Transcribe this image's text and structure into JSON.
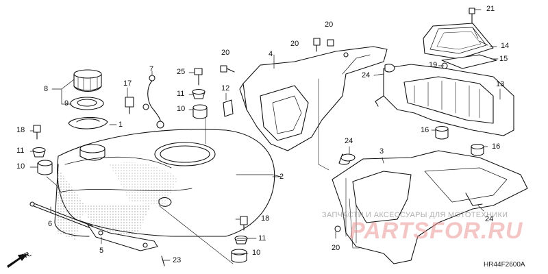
{
  "diagram": {
    "code": "HR44F2600A",
    "direction_label": "FR.",
    "watermark_small": "ЗАПЧАСТИ И АКСЕССУАРЫ ДЛЯ МОТОТЕХНИКИ",
    "watermark_large": "PARTSFOR.RU",
    "callouts": [
      {
        "id": "c21",
        "text": "21"
      },
      {
        "id": "c20a",
        "text": "20"
      },
      {
        "id": "c20b",
        "text": "20"
      },
      {
        "id": "c14",
        "text": "14"
      },
      {
        "id": "c15",
        "text": "15"
      },
      {
        "id": "c20c",
        "text": "20"
      },
      {
        "id": "c4",
        "text": "4"
      },
      {
        "id": "c7",
        "text": "7"
      },
      {
        "id": "c25",
        "text": "25"
      },
      {
        "id": "c19",
        "text": "19"
      },
      {
        "id": "c24a",
        "text": "24"
      },
      {
        "id": "c8",
        "text": "8"
      },
      {
        "id": "c17",
        "text": "17"
      },
      {
        "id": "c11a",
        "text": "11"
      },
      {
        "id": "c12",
        "text": "12"
      },
      {
        "id": "c13",
        "text": "13"
      },
      {
        "id": "c9",
        "text": "9"
      },
      {
        "id": "c10a",
        "text": "10"
      },
      {
        "id": "c1",
        "text": "1"
      },
      {
        "id": "c16a",
        "text": "16"
      },
      {
        "id": "c18a",
        "text": "18"
      },
      {
        "id": "c24b",
        "text": "24"
      },
      {
        "id": "c16b",
        "text": "16"
      },
      {
        "id": "c3",
        "text": "3"
      },
      {
        "id": "c11b",
        "text": "11"
      },
      {
        "id": "c10b",
        "text": "10"
      },
      {
        "id": "c2",
        "text": "2"
      },
      {
        "id": "c6",
        "text": "6"
      },
      {
        "id": "c18b",
        "text": "18"
      },
      {
        "id": "c24c",
        "text": "24"
      },
      {
        "id": "c11c",
        "text": "11"
      },
      {
        "id": "c20d",
        "text": "20"
      },
      {
        "id": "c5",
        "text": "5"
      },
      {
        "id": "c10c",
        "text": "10"
      },
      {
        "id": "c23",
        "text": "23"
      }
    ]
  }
}
